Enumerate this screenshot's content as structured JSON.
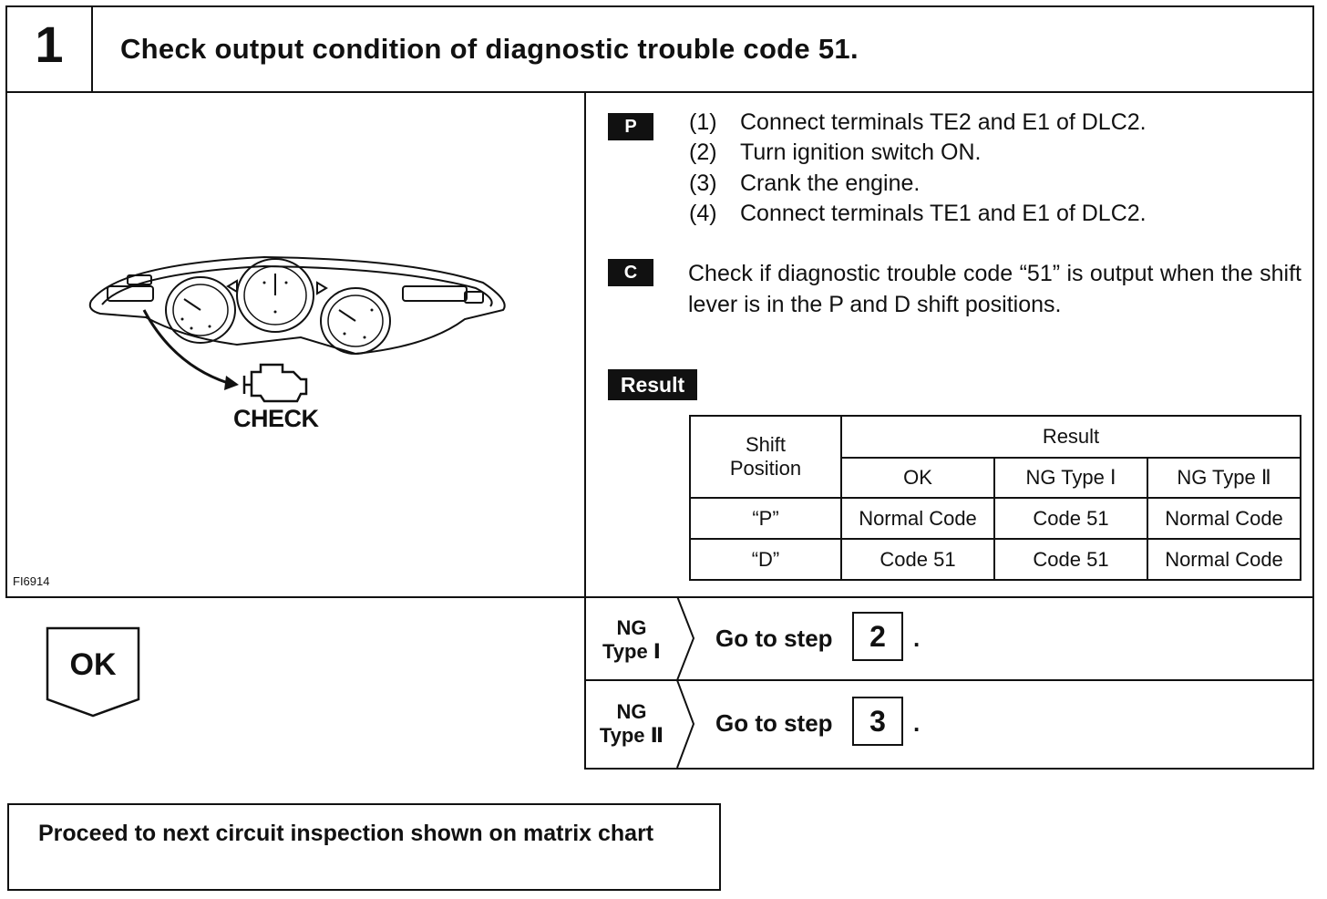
{
  "header": {
    "step_number": "1",
    "title": "Check output condition of diagnostic trouble code 51."
  },
  "figure": {
    "check_label": "CHECK",
    "figure_code": "FI6914"
  },
  "procedure": {
    "marker": "P",
    "steps": [
      {
        "num": "(1)",
        "text": "Connect terminals TE2 and E1 of DLC2."
      },
      {
        "num": "(2)",
        "text": "Turn ignition switch ON."
      },
      {
        "num": "(3)",
        "text": "Crank the engine."
      },
      {
        "num": "(4)",
        "text": "Connect terminals TE1 and E1 of DLC2."
      }
    ]
  },
  "check": {
    "marker": "C",
    "text": "Check if diagnostic trouble code “51” is output when the shift lever is in the P and D shift positions."
  },
  "result_table": {
    "label": "Result",
    "shift_header": "Shift Position",
    "result_header": "Result",
    "columns": [
      "OK",
      "NG Type Ⅰ",
      "NG Type Ⅱ"
    ],
    "rows": [
      {
        "position": "“P”",
        "cells": [
          "Normal Code",
          "Code 51",
          "Normal Code"
        ]
      },
      {
        "position": "“D”",
        "cells": [
          "Code 51",
          "Code 51",
          "Normal Code"
        ]
      }
    ]
  },
  "ok_label": "OK",
  "ng_branches": [
    {
      "label_line1": "NG",
      "label_line2": "Type Ⅰ",
      "goto": "Go to step",
      "step": "2",
      "period": "."
    },
    {
      "label_line1": "NG",
      "label_line2": "Type Ⅱ",
      "goto": "Go to step",
      "step": "3",
      "period": "."
    }
  ],
  "proceed": {
    "text": "Proceed to next circuit inspection shown on matrix chart"
  }
}
